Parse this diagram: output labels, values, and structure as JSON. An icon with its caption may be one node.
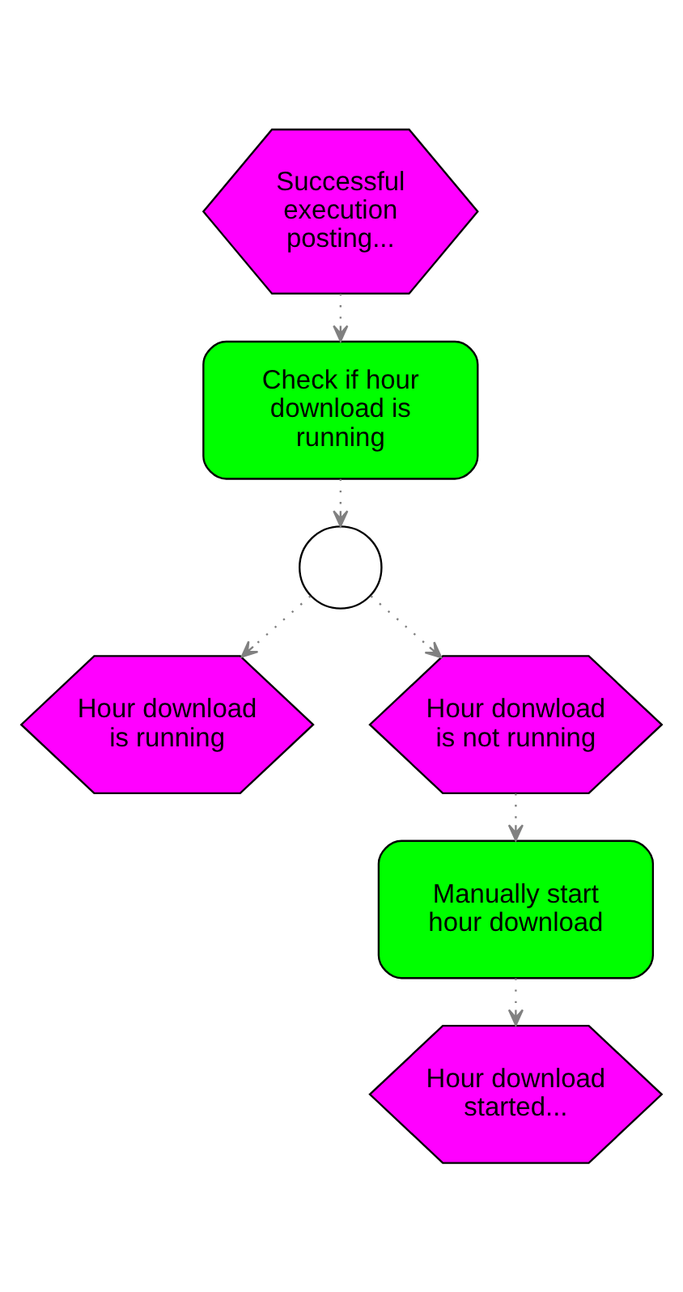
{
  "diagram": {
    "nodes": [
      {
        "text": [
          "Successful execution posting..."
        ]
      },
      {
        "text": [
          "Check if hour download is running"
        ]
      },
      {
        "text": [],
        "shape": "circle"
      },
      {
        "text": [
          "Hour download is running"
        ]
      },
      {
        "text": [
          "Hour donwload is not running"
        ]
      },
      {
        "text": [
          "Manually start hour download"
        ]
      },
      {
        "text": [
          "Hour download started..."
        ]
      }
    ],
    "edges": [
      {
        "from": 0,
        "to": 1,
        "arrow": "to"
      },
      {
        "from": 1,
        "to": 2,
        "arrow": "to"
      },
      {
        "from": 2,
        "to": 3,
        "arrow": "to"
      },
      {
        "from": 2,
        "to": 4,
        "arrow": "to"
      },
      {
        "from": 4,
        "to": 5,
        "arrow": "to"
      },
      {
        "from": 5,
        "to": 6,
        "arrow": "to"
      }
    ]
  }
}
